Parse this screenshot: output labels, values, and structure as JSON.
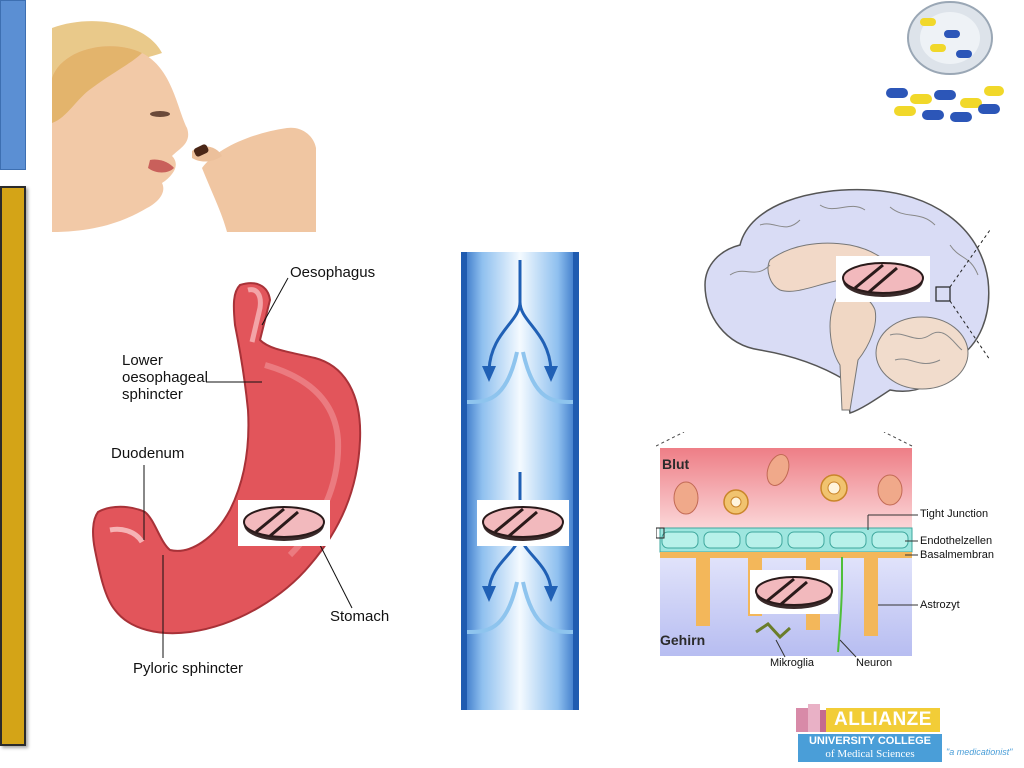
{
  "slide": {
    "colors": {
      "blue_bar": "#5b8fd3",
      "gold_bar": "#d4a417",
      "stomach": "#e2555b",
      "vessel": "#3f86d4",
      "blood_band": "#f2a2a8",
      "brain_band": "#c9cdf3",
      "astrocyte": "#f3b75a"
    }
  },
  "stomach": {
    "labels": {
      "oesophagus": "Oesophagus",
      "les_1": "Lower",
      "les_2": "oesophageal",
      "les_3": "sphincter",
      "duodenum": "Duodenum",
      "stomach": "Stomach",
      "pyloric": "Pyloric sphincter"
    }
  },
  "bbb": {
    "labels": {
      "blut": "Blut",
      "gehirn": "Gehirn",
      "tight_junction": "Tight Junction",
      "endothelzellen": "Endothelzellen",
      "basalmembran": "Basalmembran",
      "astrozyt": "Astrozyt",
      "mikroglia": "Mikroglia",
      "neuron": "Neuron"
    }
  },
  "logo": {
    "name": "ALLIANZE",
    "line1": "UNIVERSITY COLLEGE",
    "line2": "of Medical Sciences",
    "tagline": "\"a medicationist\""
  }
}
